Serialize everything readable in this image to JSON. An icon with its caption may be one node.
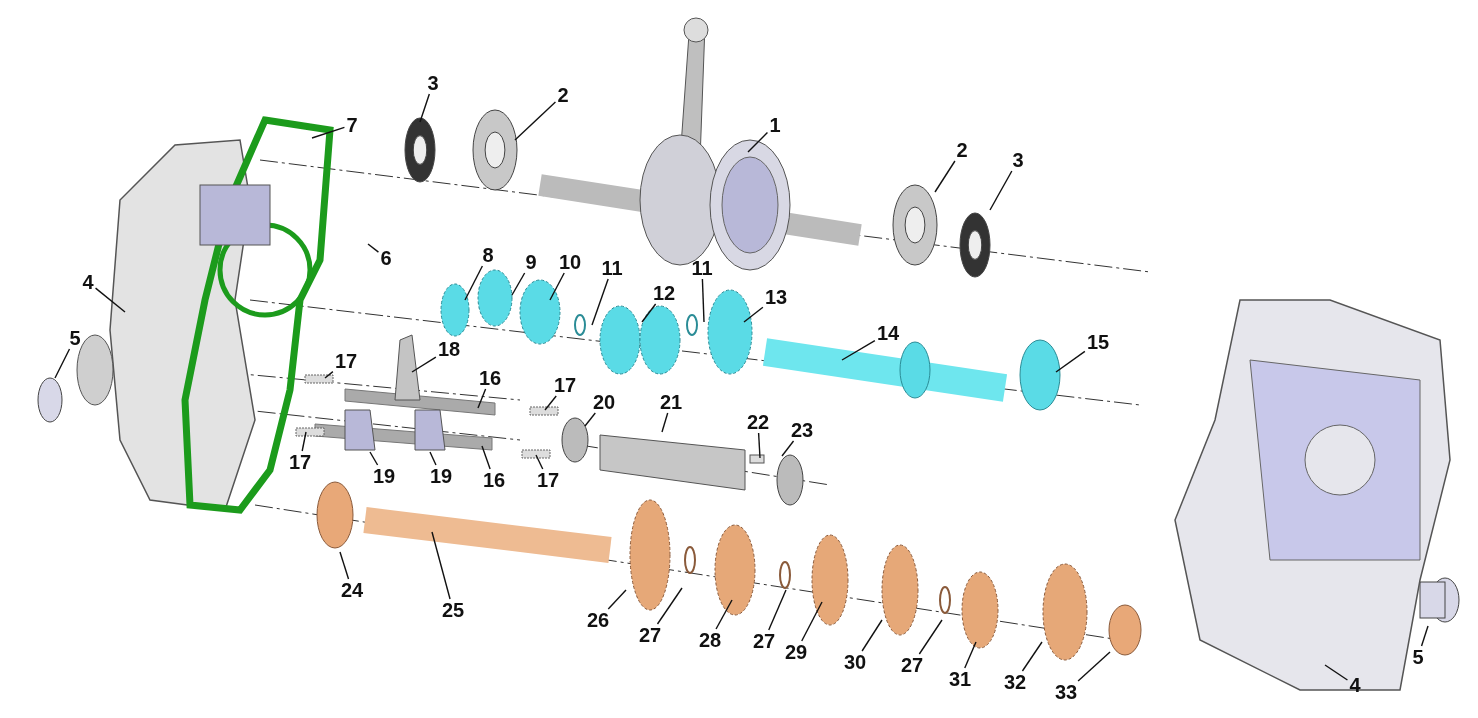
{
  "diagram": {
    "nodes": [
      {
        "text": [
          "3"
        ]
      },
      {
        "text": [
          "2"
        ]
      },
      {
        "text": [
          "1"
        ]
      },
      {
        "text": [
          "2"
        ]
      },
      {
        "text": [
          "3"
        ]
      },
      {
        "text": [
          "7"
        ]
      },
      {
        "text": [
          "6"
        ]
      },
      {
        "text": [
          "4"
        ]
      },
      {
        "text": [
          "5"
        ]
      },
      {
        "text": [
          "8"
        ]
      },
      {
        "text": [
          "9"
        ]
      },
      {
        "text": [
          "10"
        ]
      },
      {
        "text": [
          "11"
        ]
      },
      {
        "text": [
          "12"
        ]
      },
      {
        "text": [
          "11"
        ]
      },
      {
        "text": [
          "13"
        ]
      },
      {
        "text": [
          "14"
        ]
      },
      {
        "text": [
          "15"
        ]
      },
      {
        "text": [
          "17"
        ]
      },
      {
        "text": [
          "18"
        ]
      },
      {
        "text": [
          "16"
        ]
      },
      {
        "text": [
          "17"
        ]
      },
      {
        "text": [
          "20"
        ]
      },
      {
        "text": [
          "21"
        ]
      },
      {
        "text": [
          "22"
        ]
      },
      {
        "text": [
          "23"
        ]
      },
      {
        "text": [
          "17"
        ]
      },
      {
        "text": [
          "19"
        ]
      },
      {
        "text": [
          "19"
        ]
      },
      {
        "text": [
          "16"
        ]
      },
      {
        "text": [
          "17"
        ]
      },
      {
        "text": [
          "24"
        ]
      },
      {
        "text": [
          "25"
        ]
      },
      {
        "text": [
          "26"
        ]
      },
      {
        "text": [
          "27"
        ]
      },
      {
        "text": [
          "28"
        ]
      },
      {
        "text": [
          "27"
        ]
      },
      {
        "text": [
          "29"
        ]
      },
      {
        "text": [
          "30"
        ]
      },
      {
        "text": [
          "27"
        ]
      },
      {
        "text": [
          "31"
        ]
      },
      {
        "text": [
          "32"
        ]
      },
      {
        "text": [
          "33"
        ]
      },
      {
        "text": [
          "4"
        ]
      },
      {
        "text": [
          "5"
        ]
      }
    ],
    "edges": [
      {
        "from": 0,
        "to": null,
        "arrow": "none"
      },
      {
        "from": 1,
        "to": null,
        "arrow": "none"
      },
      {
        "from": 2,
        "to": null,
        "arrow": "none"
      },
      {
        "from": 3,
        "to": null,
        "arrow": "none"
      },
      {
        "from": 4,
        "to": null,
        "arrow": "none"
      },
      {
        "from": 5,
        "to": null,
        "arrow": "none"
      },
      {
        "from": 6,
        "to": null,
        "arrow": "none"
      },
      {
        "from": 7,
        "to": null,
        "arrow": "none"
      },
      {
        "from": 8,
        "to": null,
        "arrow": "none"
      },
      {
        "from": 9,
        "to": null,
        "arrow": "none"
      },
      {
        "from": 10,
        "to": null,
        "arrow": "none"
      },
      {
        "from": 11,
        "to": null,
        "arrow": "none"
      },
      {
        "from": 12,
        "to": null,
        "arrow": "none"
      },
      {
        "from": 13,
        "to": null,
        "arrow": "none"
      },
      {
        "from": 14,
        "to": null,
        "arrow": "none"
      },
      {
        "from": 15,
        "to": null,
        "arrow": "none"
      },
      {
        "from": 16,
        "to": null,
        "arrow": "none"
      },
      {
        "from": 17,
        "to": null,
        "arrow": "none"
      },
      {
        "from": 18,
        "to": null,
        "arrow": "none"
      },
      {
        "from": 19,
        "to": null,
        "arrow": "none"
      },
      {
        "from": 20,
        "to": null,
        "arrow": "none"
      },
      {
        "from": 21,
        "to": null,
        "arrow": "none"
      },
      {
        "from": 22,
        "to": null,
        "arrow": "none"
      },
      {
        "from": 23,
        "to": null,
        "arrow": "none"
      },
      {
        "from": 24,
        "to": null,
        "arrow": "none"
      },
      {
        "from": 25,
        "to": null,
        "arrow": "none"
      },
      {
        "from": 26,
        "to": null,
        "arrow": "none"
      },
      {
        "from": 27,
        "to": null,
        "arrow": "none"
      },
      {
        "from": 28,
        "to": null,
        "arrow": "none"
      },
      {
        "from": 29,
        "to": null,
        "arrow": "none"
      },
      {
        "from": 30,
        "to": null,
        "arrow": "none"
      },
      {
        "from": 31,
        "to": null,
        "arrow": "none"
      },
      {
        "from": 32,
        "to": null,
        "arrow": "none"
      },
      {
        "from": 33,
        "to": null,
        "arrow": "none"
      },
      {
        "from": 34,
        "to": null,
        "arrow": "none"
      },
      {
        "from": 35,
        "to": null,
        "arrow": "none"
      },
      {
        "from": 36,
        "to": null,
        "arrow": "none"
      },
      {
        "from": 37,
        "to": null,
        "arrow": "none"
      },
      {
        "from": 38,
        "to": null,
        "arrow": "none"
      },
      {
        "from": 39,
        "to": null,
        "arrow": "none"
      },
      {
        "from": 40,
        "to": null,
        "arrow": "none"
      },
      {
        "from": 41,
        "to": null,
        "arrow": "none"
      },
      {
        "from": 42,
        "to": null,
        "arrow": "none"
      },
      {
        "from": 43,
        "to": null,
        "arrow": "none"
      },
      {
        "from": 44,
        "to": null,
        "arrow": "none"
      }
    ]
  }
}
